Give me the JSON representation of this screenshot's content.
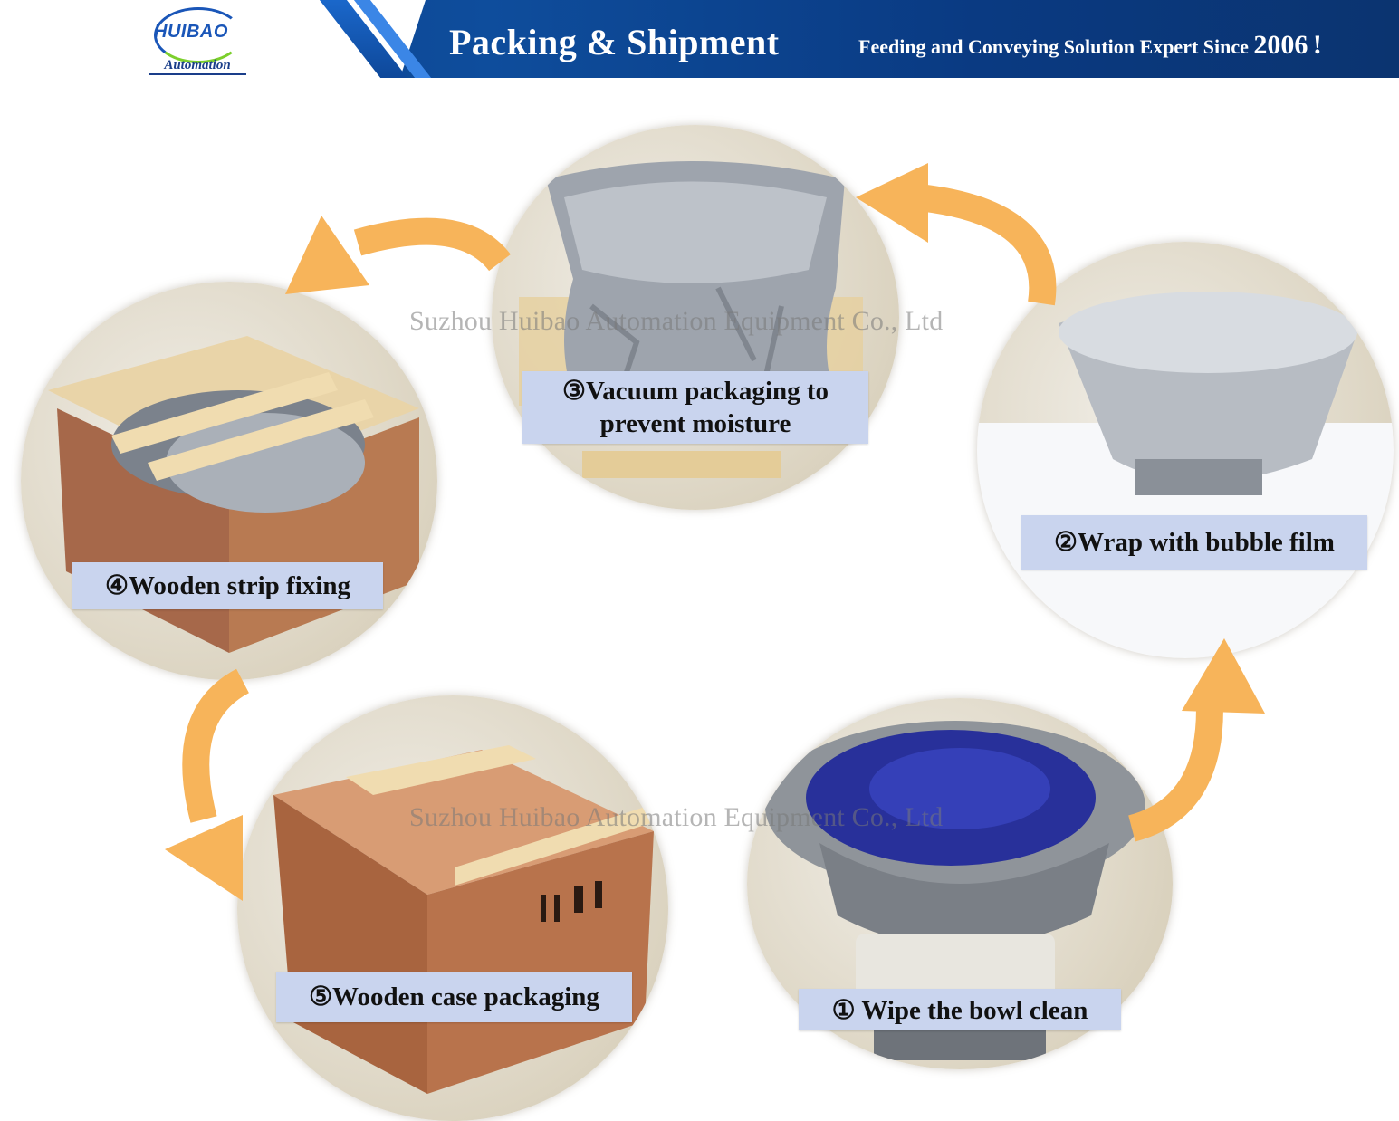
{
  "header": {
    "logo_text": "HUIBAO",
    "logo_sub": "Automation",
    "title": "Packing & Shipment",
    "tagline_prefix": "Feeding and Conveying Solution Expert Since ",
    "tagline_year": "2006",
    "tagline_suffix": "!"
  },
  "watermark": "Suzhou Huibao Automation Equipment Co., Ltd",
  "steps": [
    {
      "label": "① Wipe the bowl clean"
    },
    {
      "label": "②Wrap with bubble film"
    },
    {
      "label_line1": "③Vacuum packaging to",
      "label_line2": "prevent moisture"
    },
    {
      "label": "④Wooden strip fixing"
    },
    {
      "label": "⑤Wooden case packaging"
    }
  ],
  "colors": {
    "banner": "#0e4d9c",
    "arrow": "#f7b45a",
    "label_bg": "#c9d4ee",
    "logo_blue": "#1a56b8",
    "logo_green": "#7ccf2c"
  }
}
